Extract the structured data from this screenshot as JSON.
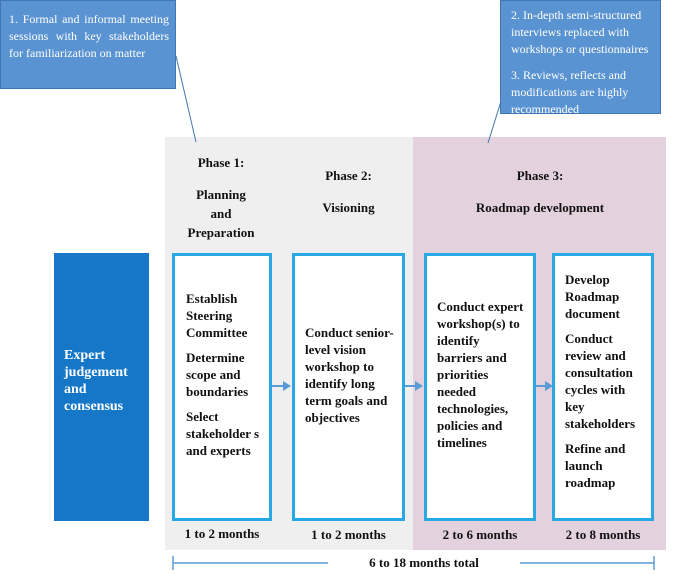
{
  "callouts": {
    "left": {
      "text": "1. Formal and informal meeting sessions with key stakeholders for familiarization on matter"
    },
    "right": {
      "items": [
        "2. In-depth semi-structured interviews replaced with workshops or questionnaires",
        "3. Reviews, reflects and modifications are highly recommended"
      ]
    }
  },
  "phases": [
    {
      "number": "Phase 1:",
      "name": "Planning and Preparation"
    },
    {
      "number": "Phase 2:",
      "name": "Visioning"
    },
    {
      "number": "Phase 3:",
      "name": "Roadmap development"
    }
  ],
  "expert_label": "Expert judgement and consensus",
  "activities": [
    {
      "items": [
        "Establish Steering Committee",
        "Determine scope and boundaries",
        "Select stakeholder s and experts"
      ],
      "duration": "1 to 2 months"
    },
    {
      "items": [
        "Conduct senior-level vision workshop to identify long term goals and objectives"
      ],
      "duration": "1 to 2 months"
    },
    {
      "items": [
        "Conduct expert workshop(s) to identify barriers and priorities needed technologies, policies and timelines"
      ],
      "duration": "2 to 6 months"
    },
    {
      "items": [
        "Develop Roadmap document",
        "Conduct review and consultation cycles with key stakeholders",
        "Refine and launch roadmap"
      ],
      "duration": "2 to 8 months"
    }
  ],
  "total_duration": "6 to 18 months total",
  "colors": {
    "callout": "#5a93d1",
    "expert": "#1677c9",
    "box_border": "#29a8e6",
    "arrow": "#5b9bd5",
    "phase12_bg": "#efefef",
    "phase3_bg": "#e3d2dd"
  }
}
